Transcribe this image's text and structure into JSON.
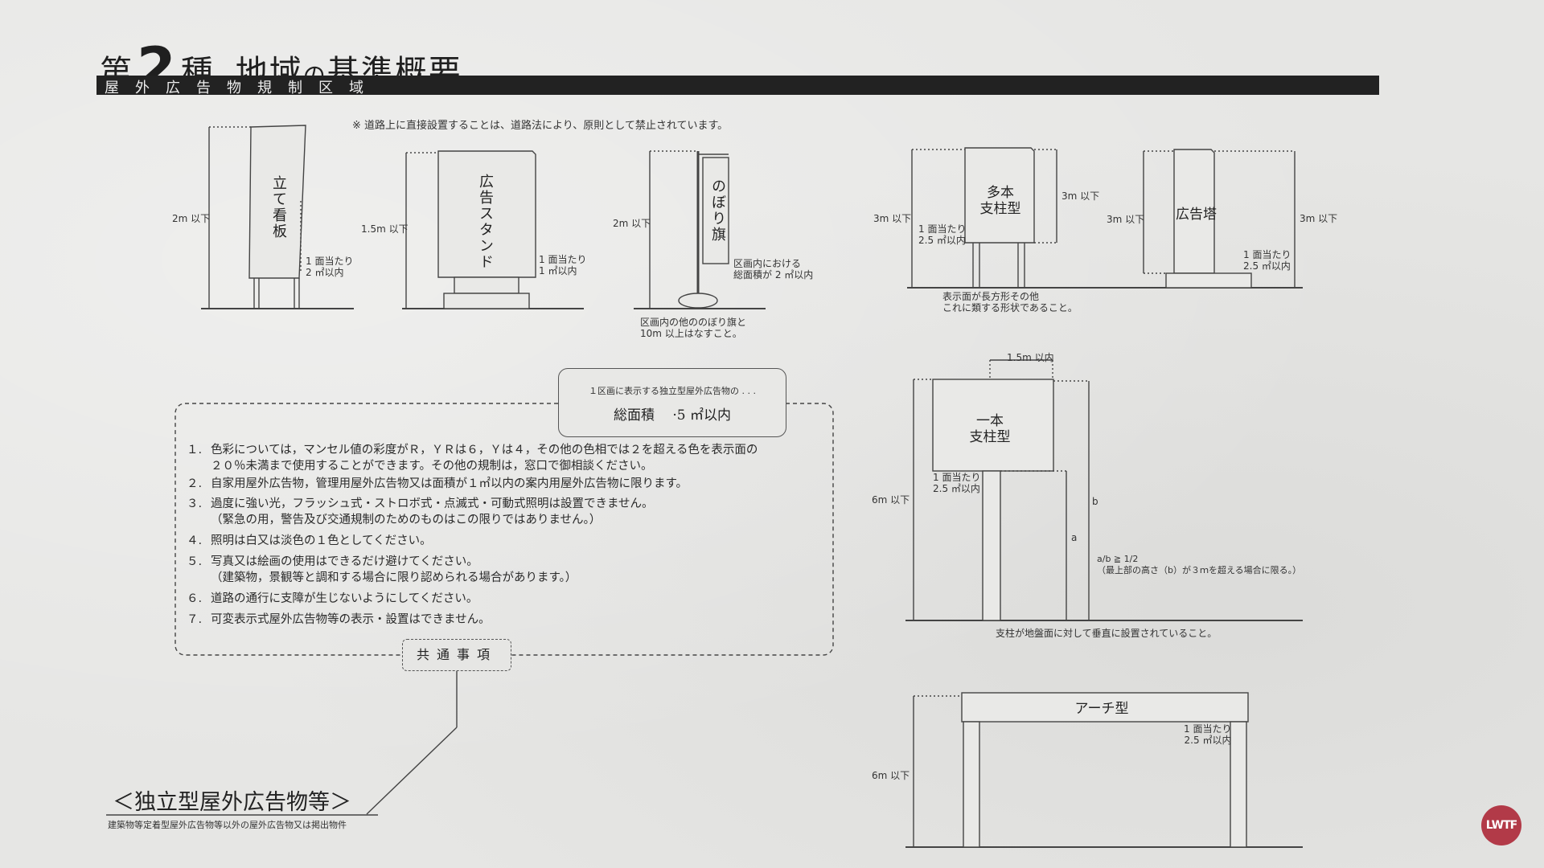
{
  "header": {
    "title_prefix": "第",
    "title_number": "2",
    "title_kind": "種",
    "title_main_a": "地域",
    "title_main_b": "の",
    "title_main_c": "基準概要",
    "band_text": "屋外広告物規制区域"
  },
  "top_note": "※ 道路上に直接設置することは、道路法により、原則として禁止されています。",
  "signs": {
    "tate": {
      "name": "立て看板",
      "height": "2m 以下",
      "area": "1 面当たり\n2 ㎡以内"
    },
    "stand": {
      "name": "広告スタンド",
      "height": "1.5m 以下",
      "area": "1 面当たり\n1 ㎡以内"
    },
    "nobori": {
      "name": "のぼり旗",
      "height": "2m 以下",
      "area": "区画内における\n総面積が 2 ㎡以内",
      "note": "区画内の他ののぼり旗と\n10m 以上はなすこと。"
    },
    "tahon": {
      "name": "多本\n支柱型",
      "height_left": "3m 以下",
      "height_right": "3m 以下",
      "area": "1 面当たり\n2.5 ㎡以内"
    },
    "tower": {
      "name": "広告塔",
      "height_left": "3m 以下",
      "height_right": "3m 以下",
      "area": "1 面当たり\n2.5 ㎡以内"
    },
    "shape_note": "表示面が長方形その他\nこれに類する形状であること。",
    "ippon": {
      "name": "一本\n支柱型",
      "width": "1.5m 以内",
      "height": "6m 以下",
      "area": "1 面当たり\n2.5 ㎡以内",
      "label_a": "a",
      "label_b": "b",
      "ratio": "a/b ≧ 1/2\n（最上部の高さ（b）が３ｍを超える場合に限る。）",
      "vertical_note": "支柱が地盤面に対して垂直に設置されていること。"
    },
    "arch": {
      "name": "アーチ型",
      "height": "6m 以下",
      "area": "1 面当たり\n2.5 ㎡以内"
    }
  },
  "callout": {
    "sub": "１区画に表示する独立型屋外広告物の . . .",
    "main": "総面積　 ·5 ㎡以内"
  },
  "rules": [
    {
      "num": "１.",
      "text": "色彩については，マンセル値の彩度がＲ，ＹＲは６，Ｙは４，その他の色相では２を超える色を表示面の",
      "cont": "２０％未満まで使用することができます。その他の規制は，窓口で御相談ください。"
    },
    {
      "num": "２.",
      "text": "自家用屋外広告物，管理用屋外広告物又は面積が１㎡以内の案内用屋外広告物に限ります。",
      "cont": ""
    },
    {
      "num": "３.",
      "text": "過度に強い光，フラッシュ式・ストロボ式・点滅式・可動式照明は設置できません。",
      "cont": "（緊急の用，警告及び交通規制のためのものはこの限りではありません。）"
    },
    {
      "num": "４.",
      "text": "照明は白又は淡色の１色としてください。",
      "cont": ""
    },
    {
      "num": "５.",
      "text": "写真又は絵画の使用はできるだけ避けてください。",
      "cont": "（建築物，景観等と調和する場合に限り認められる場合があります。）"
    },
    {
      "num": "６.",
      "text": "道路の通行に支障が生じないようにしてください。",
      "cont": ""
    },
    {
      "num": "７.",
      "text": "可変表示式屋外広告物等の表示・設置はできません。",
      "cont": ""
    }
  ],
  "common_label": "共通事項",
  "footer": {
    "title": "＜独立型屋外広告物等＞",
    "subtitle": "建築物等定着型屋外広告物等以外の屋外広告物又は掲出物件"
  },
  "logo_text": "LWTF",
  "colors": {
    "band": "#222222",
    "paper": "#e6e6e4",
    "logo": "#b23a48"
  }
}
